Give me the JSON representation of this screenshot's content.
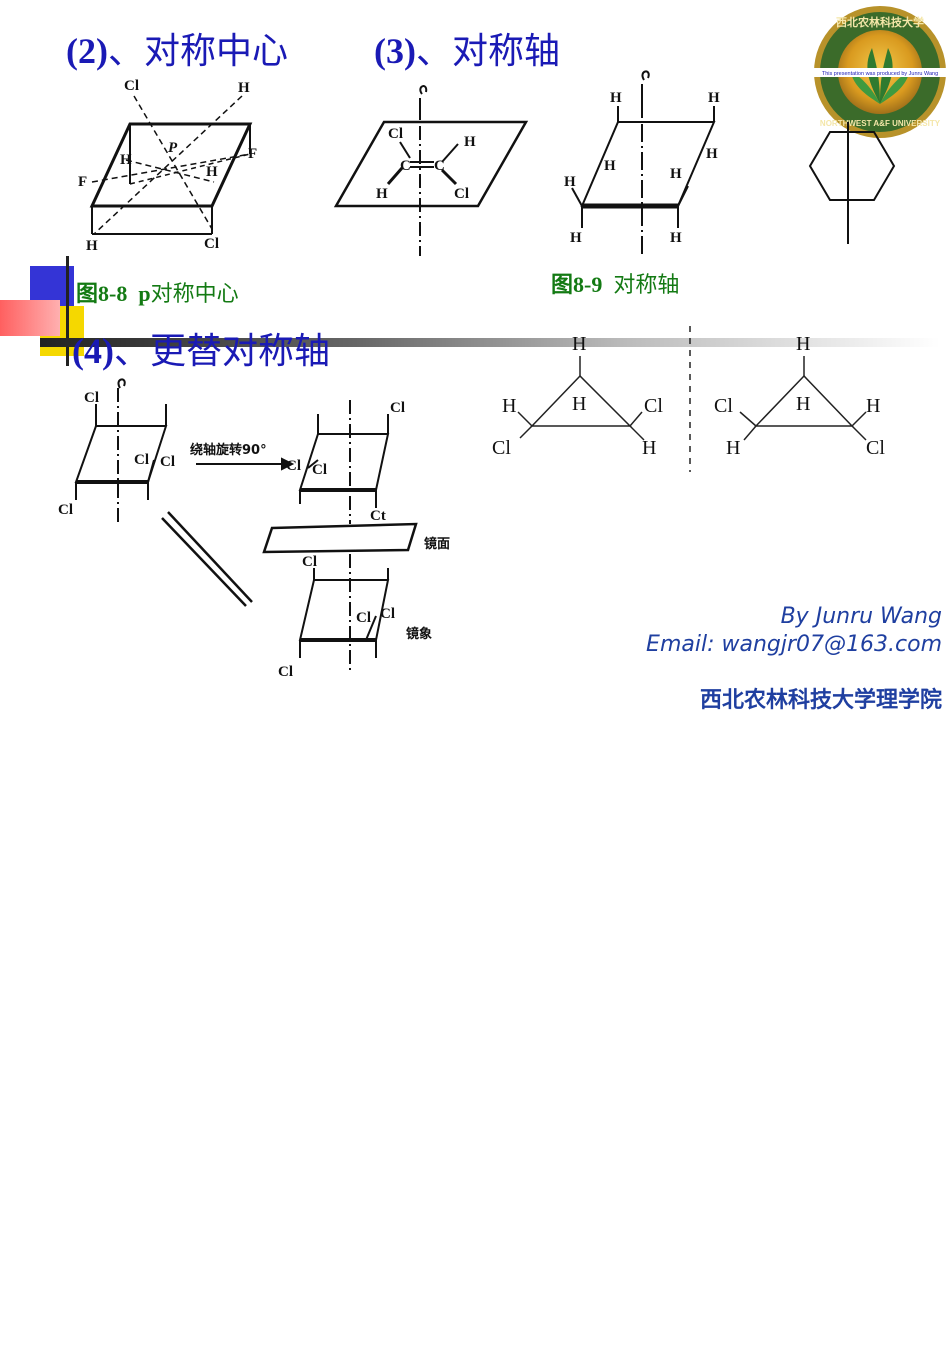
{
  "sections": {
    "center": {
      "num": "(2)",
      "sep": "、",
      "title": "对称中心"
    },
    "axis": {
      "num": "(3)",
      "sep": "、",
      "title": "对称轴"
    },
    "alternating": {
      "num": "(4)",
      "sep": "、",
      "title": "更替对称轴"
    }
  },
  "captions": {
    "fig88": {
      "bold": "图8-8  p",
      "rest": "对称中心"
    },
    "fig89": {
      "bold": "图8-9",
      "rest": "  对称轴"
    }
  },
  "fig88_labels": {
    "cl_top": "Cl",
    "h_top": "H",
    "h_left": "H",
    "p": "P",
    "f_right": "F",
    "f_left": "F",
    "h_right": "H",
    "h_bottom": "H",
    "cl_bottom": "Cl"
  },
  "ethylene_labels": {
    "cl": "Cl",
    "h_right": "H",
    "c1": "C",
    "c2": "C",
    "h_left": "H",
    "cl_right": "Cl"
  },
  "prism_labels": {
    "h1": "H",
    "h2": "H",
    "h3": "H",
    "h4": "H",
    "h5": "H",
    "h6": "H",
    "h7": "H",
    "h8": "H"
  },
  "alt_labels": {
    "cl_tl": "Cl",
    "cl_mid": "Cl",
    "cl_mid2": "Cl",
    "cl_bl": "Cl",
    "rotate": "绕轴旋转90°",
    "cl_r1": "Cl",
    "cl_r2": "Cl",
    "cl_r3": "Cl",
    "cl_r4": "Ct",
    "mirror": "镜面",
    "cl_i1": "Cl",
    "cl_i2": "Cl",
    "cl_i3": "Cl",
    "cl_i4": "Cl",
    "image": "镜象"
  },
  "triangles": {
    "left": {
      "top": "H",
      "l1": "H",
      "l2": "H",
      "r1": "Cl",
      "bl": "Cl",
      "br": "H"
    },
    "right": {
      "top": "H",
      "l1": "Cl",
      "m": "H",
      "r1": "H",
      "bl": "H",
      "br": "Cl"
    }
  },
  "logo": {
    "ring_top": "西北农林科技大学",
    "ring_mid": "This presentation was produced by Junru Wang",
    "ring_bottom": "NORTHWEST A&F UNIVERSITY"
  },
  "credits": {
    "author": "By Junru Wang",
    "email": "Email: wangjr07@163.com",
    "school": "西北农林科技大学理学院"
  },
  "colors": {
    "heading": "#1a1ab5",
    "caption": "#137a13",
    "credit": "#1f3fa0"
  }
}
